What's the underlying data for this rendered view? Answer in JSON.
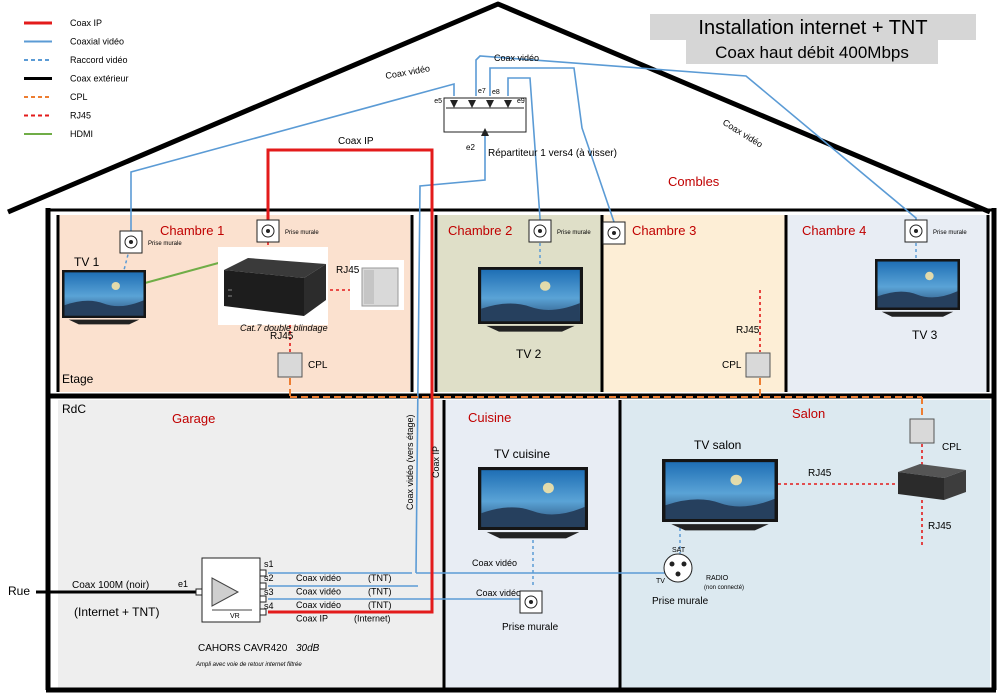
{
  "title": {
    "line1": "Installation internet + TNT",
    "line2": "Coax haut débit 400Mbps"
  },
  "legend": [
    {
      "label": "Coax IP",
      "color": "#e31b1b",
      "style": "solid"
    },
    {
      "label": "Coaxial vidéo",
      "color": "#5b9bd5",
      "style": "solid"
    },
    {
      "label": "Raccord vidéo",
      "color": "#5b9bd5",
      "style": "dashed"
    },
    {
      "label": "Coax extérieur",
      "color": "#000000",
      "style": "solid"
    },
    {
      "label": "CPL",
      "color": "#ed7d31",
      "style": "dashed"
    },
    {
      "label": "RJ45",
      "color": "#e31b1b",
      "style": "dashed"
    },
    {
      "label": "HDMI",
      "color": "#70ad47",
      "style": "solid"
    }
  ],
  "colors": {
    "chambre1": "#fbe1cf",
    "chambre2": "#dfdfc8",
    "chambre3": "#fdeed6",
    "chambre4": "#e8edf4",
    "garage": "#eeeeee",
    "cuisine": "#e8edf4",
    "salon": "#dce9f0",
    "room_label": "#c00000"
  },
  "rooms": {
    "combles": "Combles",
    "chambre1": "Chambre 1",
    "chambre2": "Chambre 2",
    "chambre3": "Chambre 3",
    "chambre4": "Chambre 4",
    "garage": "Garage",
    "cuisine": "Cuisine",
    "salon": "Salon",
    "etage": "Etage",
    "rdc": "RdC"
  },
  "splitter": {
    "ports": [
      "e5",
      "e7",
      "e8",
      "e9"
    ],
    "input": "e2",
    "label": "Répartiteur 1 vers4 (à visser)"
  },
  "cables": {
    "coax_video": "Coax vidéo",
    "coax_ip": "Coax IP",
    "coax_video_vers_etage": "Coax vidéo (vers étage)"
  },
  "outlets": {
    "prise_murale": "Prise murale",
    "prise_murale_big": "Prise murale"
  },
  "devices": {
    "tv1": "TV 1",
    "tv2": "TV 2",
    "tv3": "TV 3",
    "tv_cuisine": "TV cuisine",
    "tv_salon": "TV salon",
    "cpl": "CPL",
    "rj45": "RJ45",
    "cat7": "Cat.7 double blindage"
  },
  "amp": {
    "e1": "e1",
    "outputs": [
      "s1",
      "s2",
      "s3",
      "s4"
    ],
    "vr": "VR",
    "model": "CAHORS CAVR420",
    "gain": "30dB",
    "note": "Ampli avec voie de retour internet filtrée"
  },
  "amp_lines": [
    {
      "cable": "Coax vidéo",
      "signal": "(TNT)"
    },
    {
      "cable": "Coax vidéo",
      "signal": "(TNT)"
    },
    {
      "cable": "Coax vidéo",
      "signal": "(TNT)"
    },
    {
      "cable": "Coax IP",
      "signal": "(Internet)"
    }
  ],
  "street": {
    "rue": "Rue",
    "cable": "Coax 100M (noir)",
    "service": "(Internet + TNT)"
  },
  "salon_socket": {
    "sat": "SAT",
    "tv": "TV",
    "radio": "RADIO",
    "radio_note": "(non connecté)"
  }
}
